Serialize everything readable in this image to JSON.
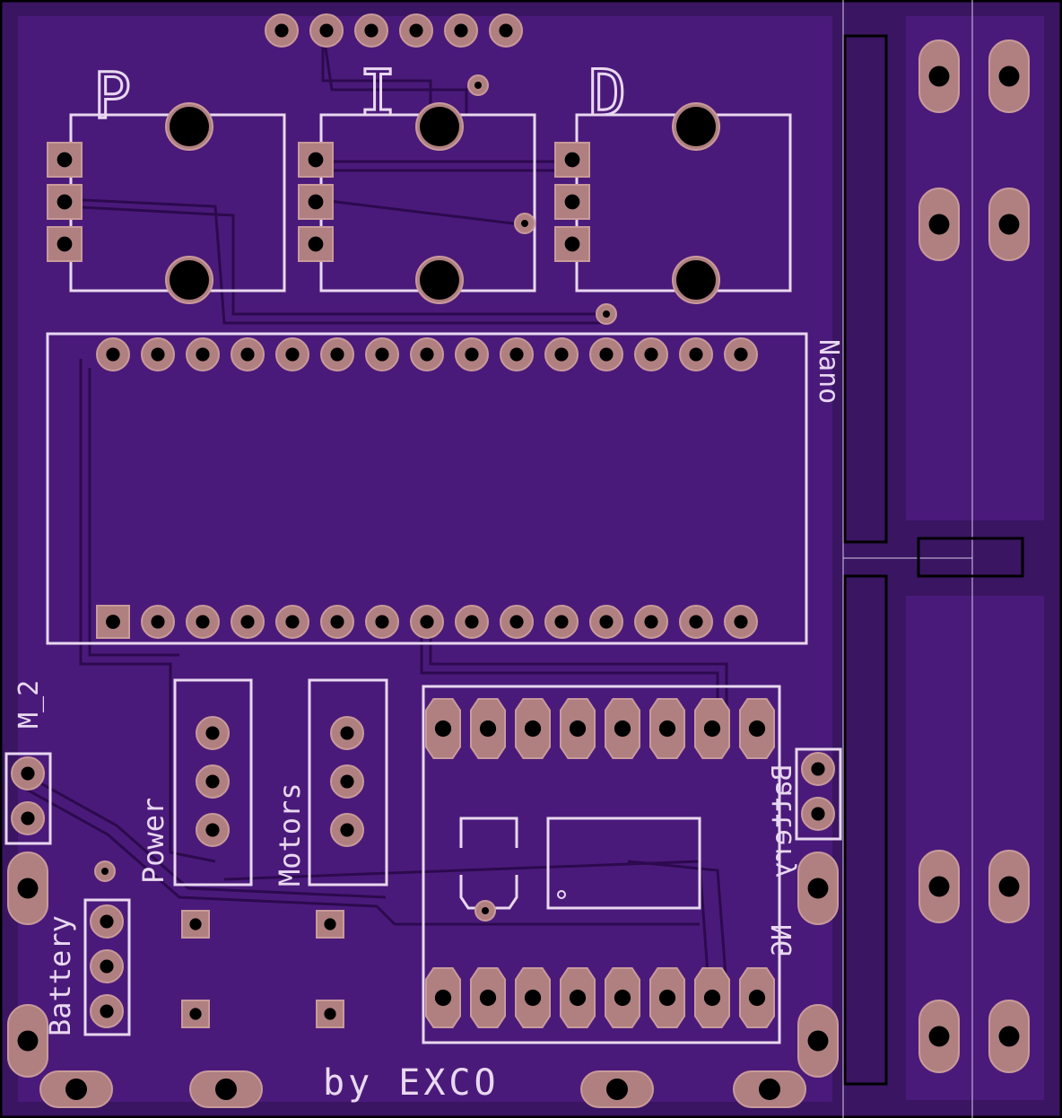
{
  "board": {
    "colors": {
      "background": "#3a1562",
      "copper_plane": "#4a1a7a",
      "trace": "#2c0a4e",
      "pad": "#b08080",
      "pad_ring": "#c89a9a",
      "drill": "#000000",
      "silkscreen": "#e8d8f0",
      "outline": "#000000"
    }
  },
  "labels": {
    "p": "P",
    "i": "I",
    "d": "D",
    "nano": "Nano",
    "m2": "M_2",
    "power": "Power",
    "motors": "Motors",
    "battery": "Battery",
    "battery_mirrored": "Battery",
    "ng": "NG",
    "credit": "by EXCO"
  },
  "components": {
    "potentiometers": [
      {
        "name": "P",
        "pins": 3
      },
      {
        "name": "I",
        "pins": 3
      },
      {
        "name": "D",
        "pins": 3
      }
    ],
    "nano_header_pins_per_row": 15,
    "driver_pins_per_row": 8,
    "top_header_pins": 6,
    "power_header_pins": 3,
    "motors_header_pins": 3,
    "battery_header_pins": 3,
    "m2_header_pins": 2
  }
}
